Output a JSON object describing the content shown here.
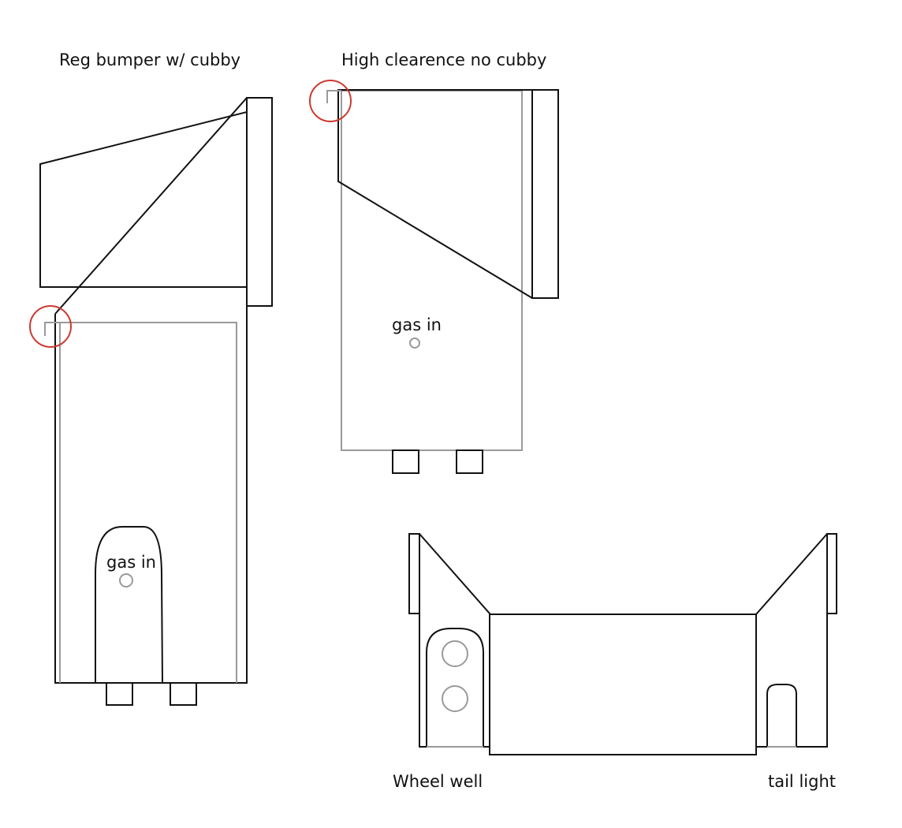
{
  "labels": {
    "regular": "Reg bumper w/ cubby",
    "high_clearance": "High clearence no cubby",
    "gas_in_regular": "gas in",
    "gas_in_high": "gas in",
    "wheel_well": "Wheel well",
    "tail_light": "tail light"
  },
  "colors": {
    "outline": "#111111",
    "guide": "#9a9a9a",
    "highlight": "#cc3a32",
    "background": "#ffffff"
  }
}
